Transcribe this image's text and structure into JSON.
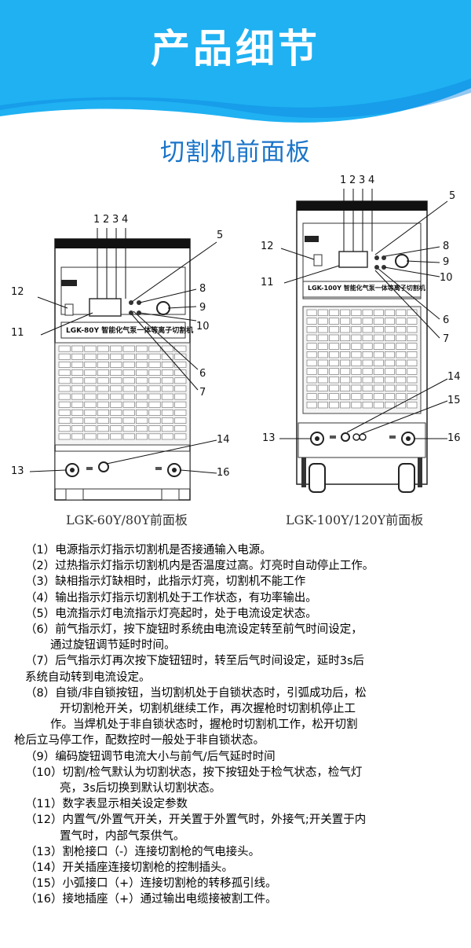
{
  "header": {
    "title": "产品细节",
    "colors": {
      "banner_light": "#1fb1f2",
      "banner_dark": "#0d86df",
      "accent": "#1a74c9"
    }
  },
  "section": {
    "title": "切割机前面板"
  },
  "machine_left": {
    "caption": "LGK-60Y/80Y前面板",
    "model_text": "LGK-80Y 智能化气泵一体等离子切割机",
    "callouts": [
      "1",
      "2",
      "3",
      "4",
      "5",
      "8",
      "9",
      "10",
      "11",
      "12",
      "6",
      "7",
      "13",
      "14",
      "16"
    ]
  },
  "machine_right": {
    "caption": "LGK-100Y/120Y前面板",
    "model_text": "LGK-100Y 智能化气泵一体等离子切割机",
    "callouts": [
      "1",
      "2",
      "3",
      "4",
      "5",
      "8",
      "9",
      "10",
      "11",
      "12",
      "6",
      "7",
      "13",
      "14",
      "15",
      "16"
    ]
  },
  "descriptions": [
    {
      "text": "（1）电源指示灯指示切割机是否接通输入电源。",
      "indent": "first"
    },
    {
      "text": "（2）过热指示灯指示切割机内是否温度过高。灯亮时自动停止工作。",
      "indent": "first"
    },
    {
      "text": "（3）缺相指示灯缺相时，此指示灯亮，切割机不能工作",
      "indent": "first"
    },
    {
      "text": "（4）输出指示灯指示切割机处于工作状态，有功率输出。",
      "indent": "first"
    },
    {
      "text": "（5）电流指示灯电流指示灯亮起时，处于电流设定状态。",
      "indent": "first"
    },
    {
      "text": "（6）前气指示灯，按下旋钮时系统由电流设定转至前气时间设定，",
      "indent": "first"
    },
    {
      "text": "通过旋钮调节延时时间。",
      "indent": "ind1"
    },
    {
      "text": "（7）后气指示灯再次按下旋钮钮时，转至后气时间设定，延时3s后",
      "indent": "first"
    },
    {
      "text": "系统自动转到电流设定。",
      "indent": "ind3"
    },
    {
      "text": "（8）自锁/非自锁按钮，当切割机处于自锁状态时，引弧成功后，松",
      "indent": "first"
    },
    {
      "text": "开切割枪开关，切割机继续工作，再次握枪时切割机停止工",
      "indent": "ind2"
    },
    {
      "text": "作。当焊机处于非自锁状态时，握枪时切割机工作，松开切割",
      "indent": "ind1"
    },
    {
      "text": "枪后立马停工作，配数控时一般处于非自锁状态。",
      "indent": "ind0"
    },
    {
      "text": "（9）编码旋钮调节电流大小与前气/后气延时时间",
      "indent": "first"
    },
    {
      "text": "（10）切割/检气默认为切割状态，按下按钮处于检气状态，检气灯",
      "indent": "first"
    },
    {
      "text": "亮，3s后切换到默认切割状态。",
      "indent": "ind2"
    },
    {
      "text": "（11）数字表显示相关设定参数",
      "indent": "first"
    },
    {
      "text": "（12）内置气/外置气开关，开关置于外置气时，外接气;开关置于内",
      "indent": "first"
    },
    {
      "text": "置气时，内部气泵供气。",
      "indent": "ind2"
    },
    {
      "text": "（13）割枪接口（-）连接切割枪的气电接头。",
      "indent": "first"
    },
    {
      "text": "（14）开关插座连接切割枪的控制插头。",
      "indent": "first"
    },
    {
      "text": "（15）小弧接口（+）连接切割枪的转移孤引线。",
      "indent": "first"
    },
    {
      "text": "（16）接地插座（+）通过输出电缆接被割工件。",
      "indent": "first"
    }
  ]
}
